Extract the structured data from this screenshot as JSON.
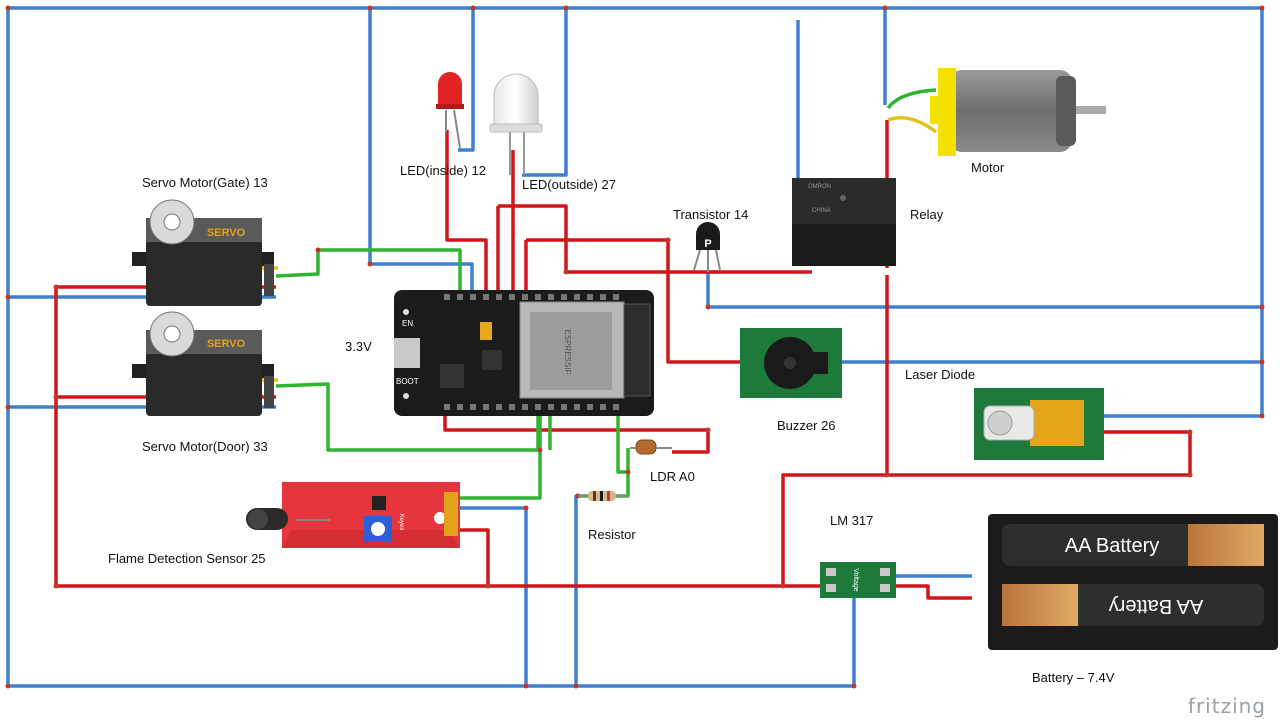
{
  "labels": {
    "servo_gate": "Servo Motor(Gate)  13",
    "servo_door": "Servo Motor(Door)  33",
    "led_inside": "LED(inside) 12",
    "led_outside": "LED(outside) 27",
    "transistor": "Transistor 14",
    "relay": "Relay",
    "motor": "Motor",
    "esp_voltage": "3.3V",
    "buzzer": "Buzzer 26",
    "laser": "Laser Diode",
    "ldr": "LDR A0",
    "resistor": "Resistor",
    "flame": "Flame Detection Sensor  25",
    "regulator": "LM 317",
    "battery": "Battery – 7.4V"
  },
  "component_text": {
    "servo": "SERVO",
    "battery_cell": "AA Battery",
    "esp_en": "EN",
    "esp_boot": "BOOT",
    "esp_module": "ESPRESSIF",
    "transistor_mark": "P",
    "relay_brand": "OMRON",
    "relay_country": "CHINA",
    "flame_board": "Keyes",
    "regulator_board": "Voltage"
  },
  "watermark": "fritzing",
  "colors": {
    "wire_blue": "#3f7fd0",
    "wire_red": "#d0161b",
    "wire_green": "#2fb52f",
    "wire_yellow": "#e3c21b",
    "board_black": "#1b1b1b",
    "pcb_green": "#1d7a3a",
    "flame_board_red": "#e7353d",
    "motor_yellow": "#f5e100"
  }
}
